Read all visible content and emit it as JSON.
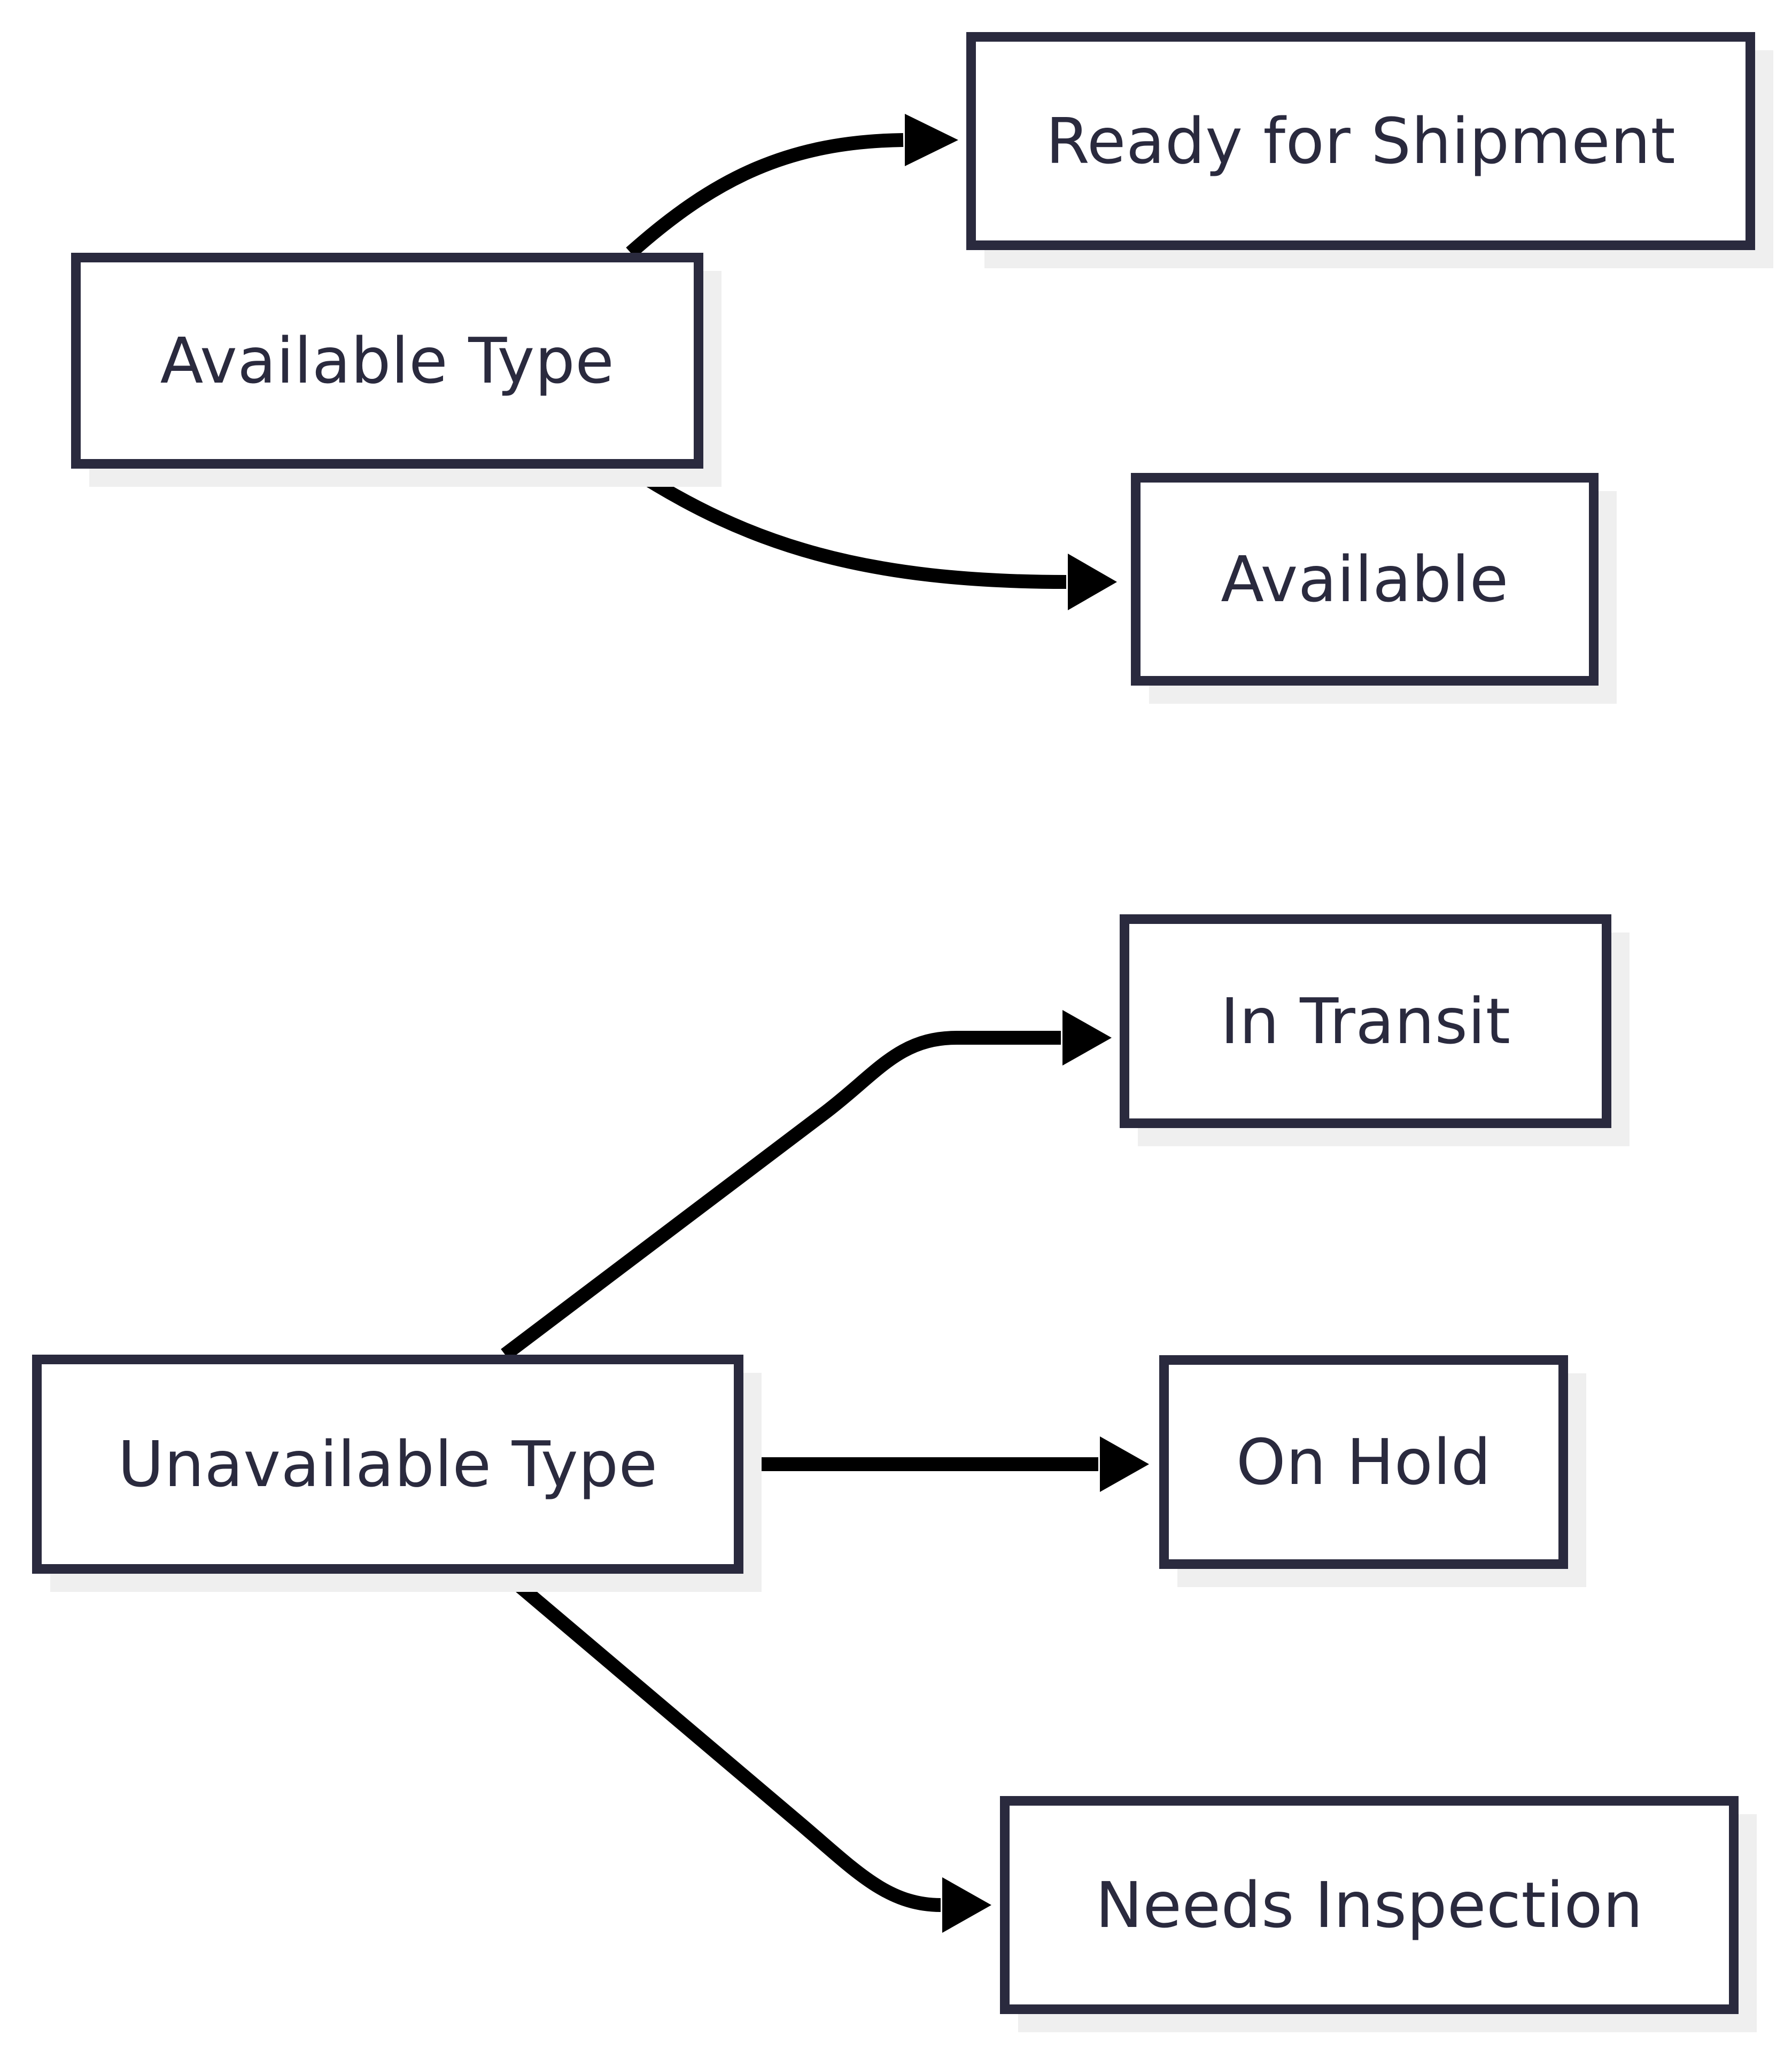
{
  "diagram": {
    "type": "flowchart",
    "direction": "left-to-right",
    "theme": {
      "background": "#ffffff",
      "node_fill": "#ffffff",
      "node_border": "#2a2a3e",
      "node_text": "#2a2a3e",
      "node_shadow": "#efefef",
      "edge_color": "#000000"
    },
    "nodes": [
      {
        "id": "available-type",
        "label": "Available Type"
      },
      {
        "id": "ready-shipment",
        "label": "Ready for Shipment"
      },
      {
        "id": "available",
        "label": "Available"
      },
      {
        "id": "unavailable-type",
        "label": "Unavailable Type"
      },
      {
        "id": "in-transit",
        "label": "In Transit"
      },
      {
        "id": "on-hold",
        "label": "On Hold"
      },
      {
        "id": "needs-inspection",
        "label": "Needs Inspection"
      }
    ],
    "edges": [
      {
        "id": "edge-available-type-to-ready-shipment",
        "from": "available-type",
        "to": "ready-shipment",
        "label": ""
      },
      {
        "id": "edge-available-type-to-available",
        "from": "available-type",
        "to": "available",
        "label": ""
      },
      {
        "id": "edge-unavailable-type-to-in-transit",
        "from": "unavailable-type",
        "to": "in-transit",
        "label": ""
      },
      {
        "id": "edge-unavailable-type-to-on-hold",
        "from": "unavailable-type",
        "to": "on-hold",
        "label": ""
      },
      {
        "id": "edge-unavailable-type-to-needs-inspection",
        "from": "unavailable-type",
        "to": "needs-inspection",
        "label": ""
      }
    ]
  }
}
